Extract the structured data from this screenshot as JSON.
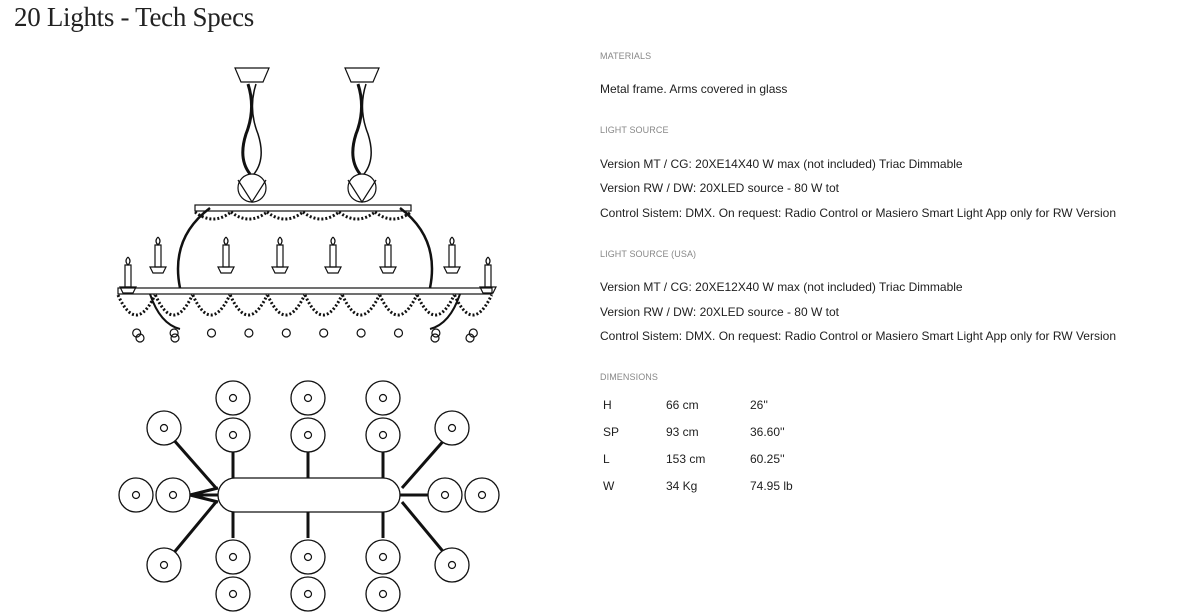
{
  "title": "20 Lights - Tech Specs",
  "materials": {
    "label": "MATERIALS",
    "text": "Metal frame. Arms covered in glass"
  },
  "light_source": {
    "label": "LIGHT SOURCE",
    "lines": [
      "Version MT / CG: 20XE14X40 W max (not included) Triac Dimmable",
      "Version RW / DW: 20XLED source - 80 W tot",
      "Control Sistem: DMX. On request: Radio Control or Masiero Smart Light App only for RW Version"
    ]
  },
  "light_source_usa": {
    "label": "LIGHT SOURCE (USA)",
    "lines": [
      "Version MT / CG: 20XE12X40 W max (not included) Triac Dimmable",
      "Version RW / DW: 20XLED source - 80 W tot",
      "Control Sistem: DMX. On request: Radio Control or Masiero Smart Light App only for RW Version"
    ]
  },
  "dimensions": {
    "label": "DIMENSIONS",
    "rows": [
      {
        "key": "H",
        "metric": "66 cm",
        "imperial": "26''"
      },
      {
        "key": "SP",
        "metric": "93 cm",
        "imperial": "36.60''"
      },
      {
        "key": "L",
        "metric": "153 cm",
        "imperial": "60.25''"
      },
      {
        "key": "W",
        "metric": "34 Kg",
        "imperial": "74.95 lb"
      }
    ]
  }
}
